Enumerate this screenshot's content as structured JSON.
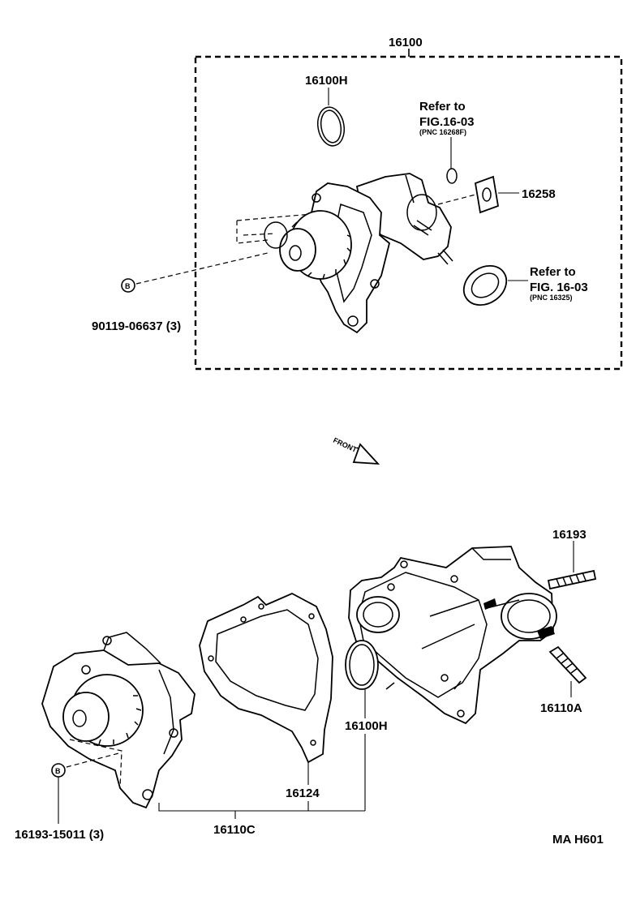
{
  "assembly": {
    "label": "16100",
    "parts": {
      "oring": "16100H",
      "refer1": {
        "line1": "Refer to",
        "line2": "FIG.16-03",
        "pnc": "(PNC 16268F)"
      },
      "gasket": "16258",
      "refer2": {
        "line1": "Refer to",
        "line2": "FIG. 16-03",
        "pnc": "(PNC 16325)"
      },
      "bolt_code": "B",
      "bolt": "90119-06637 (3)"
    }
  },
  "front_arrow": "FRONT",
  "exploded": {
    "stud_top": "16193",
    "stud_right": "16110A",
    "oring": "16100H",
    "gasket": "16124",
    "pump": "16110C",
    "bolt_code": "B",
    "bolt": "16193-15011 (3)"
  },
  "figure_code": "MA H601"
}
